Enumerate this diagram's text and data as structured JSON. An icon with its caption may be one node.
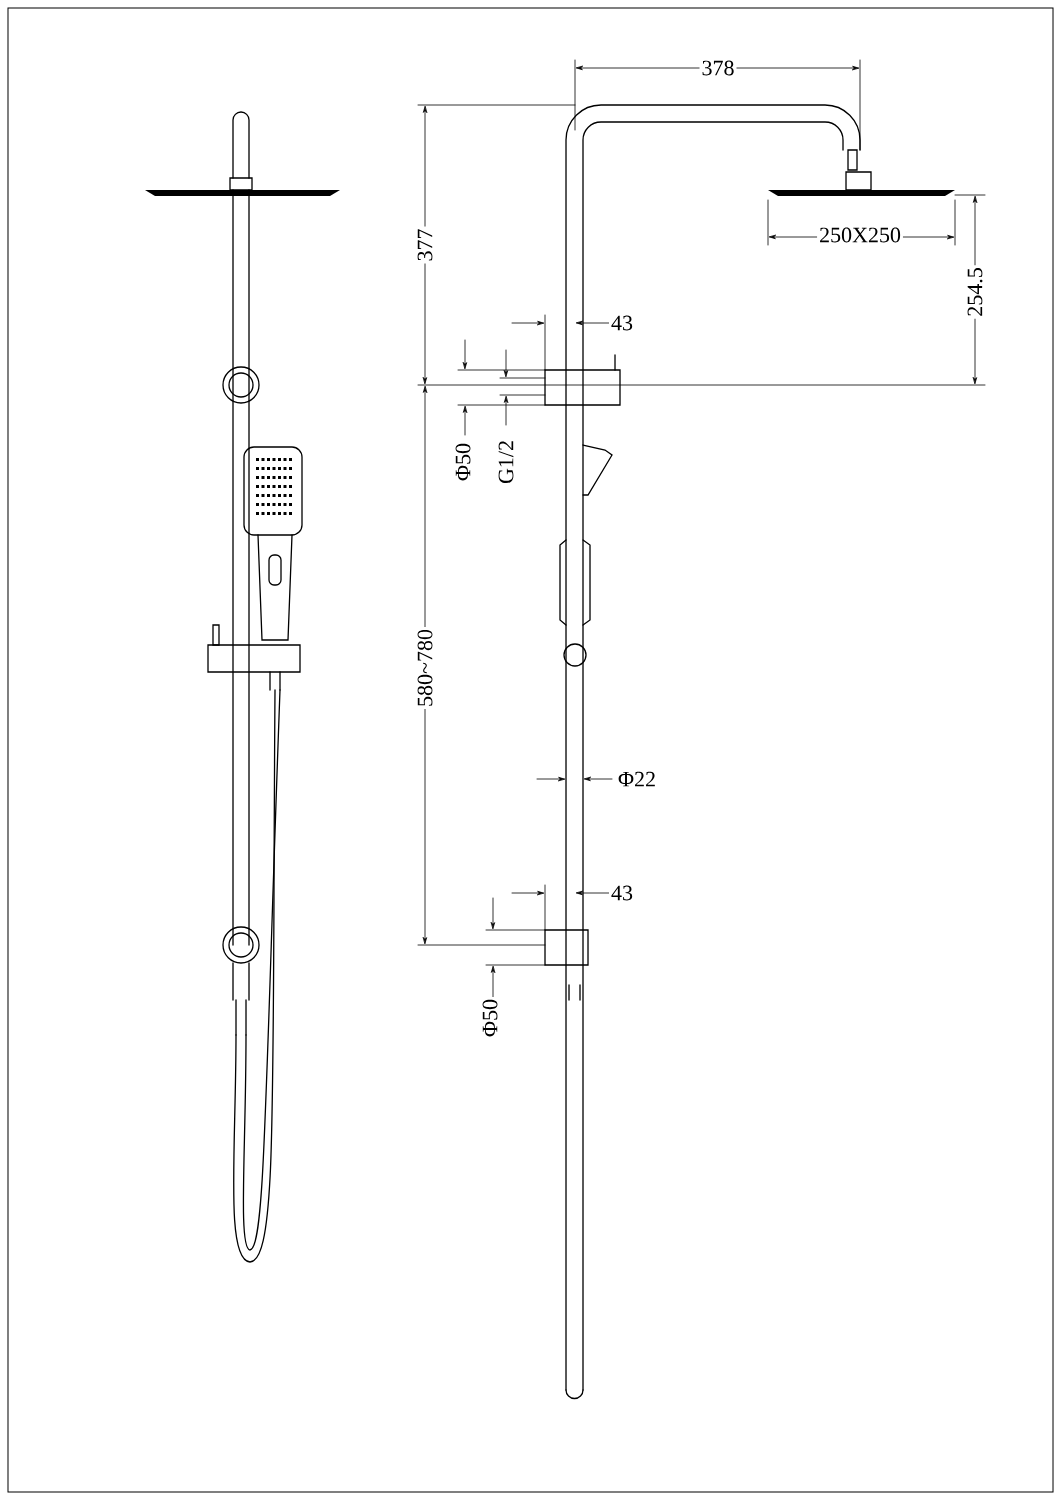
{
  "diagram": {
    "labels": [
      "378",
      "377",
      "250X250",
      "254.5",
      "43",
      "Φ50",
      "G1/2",
      "580~780",
      "Φ22",
      "43",
      "Φ50"
    ]
  }
}
